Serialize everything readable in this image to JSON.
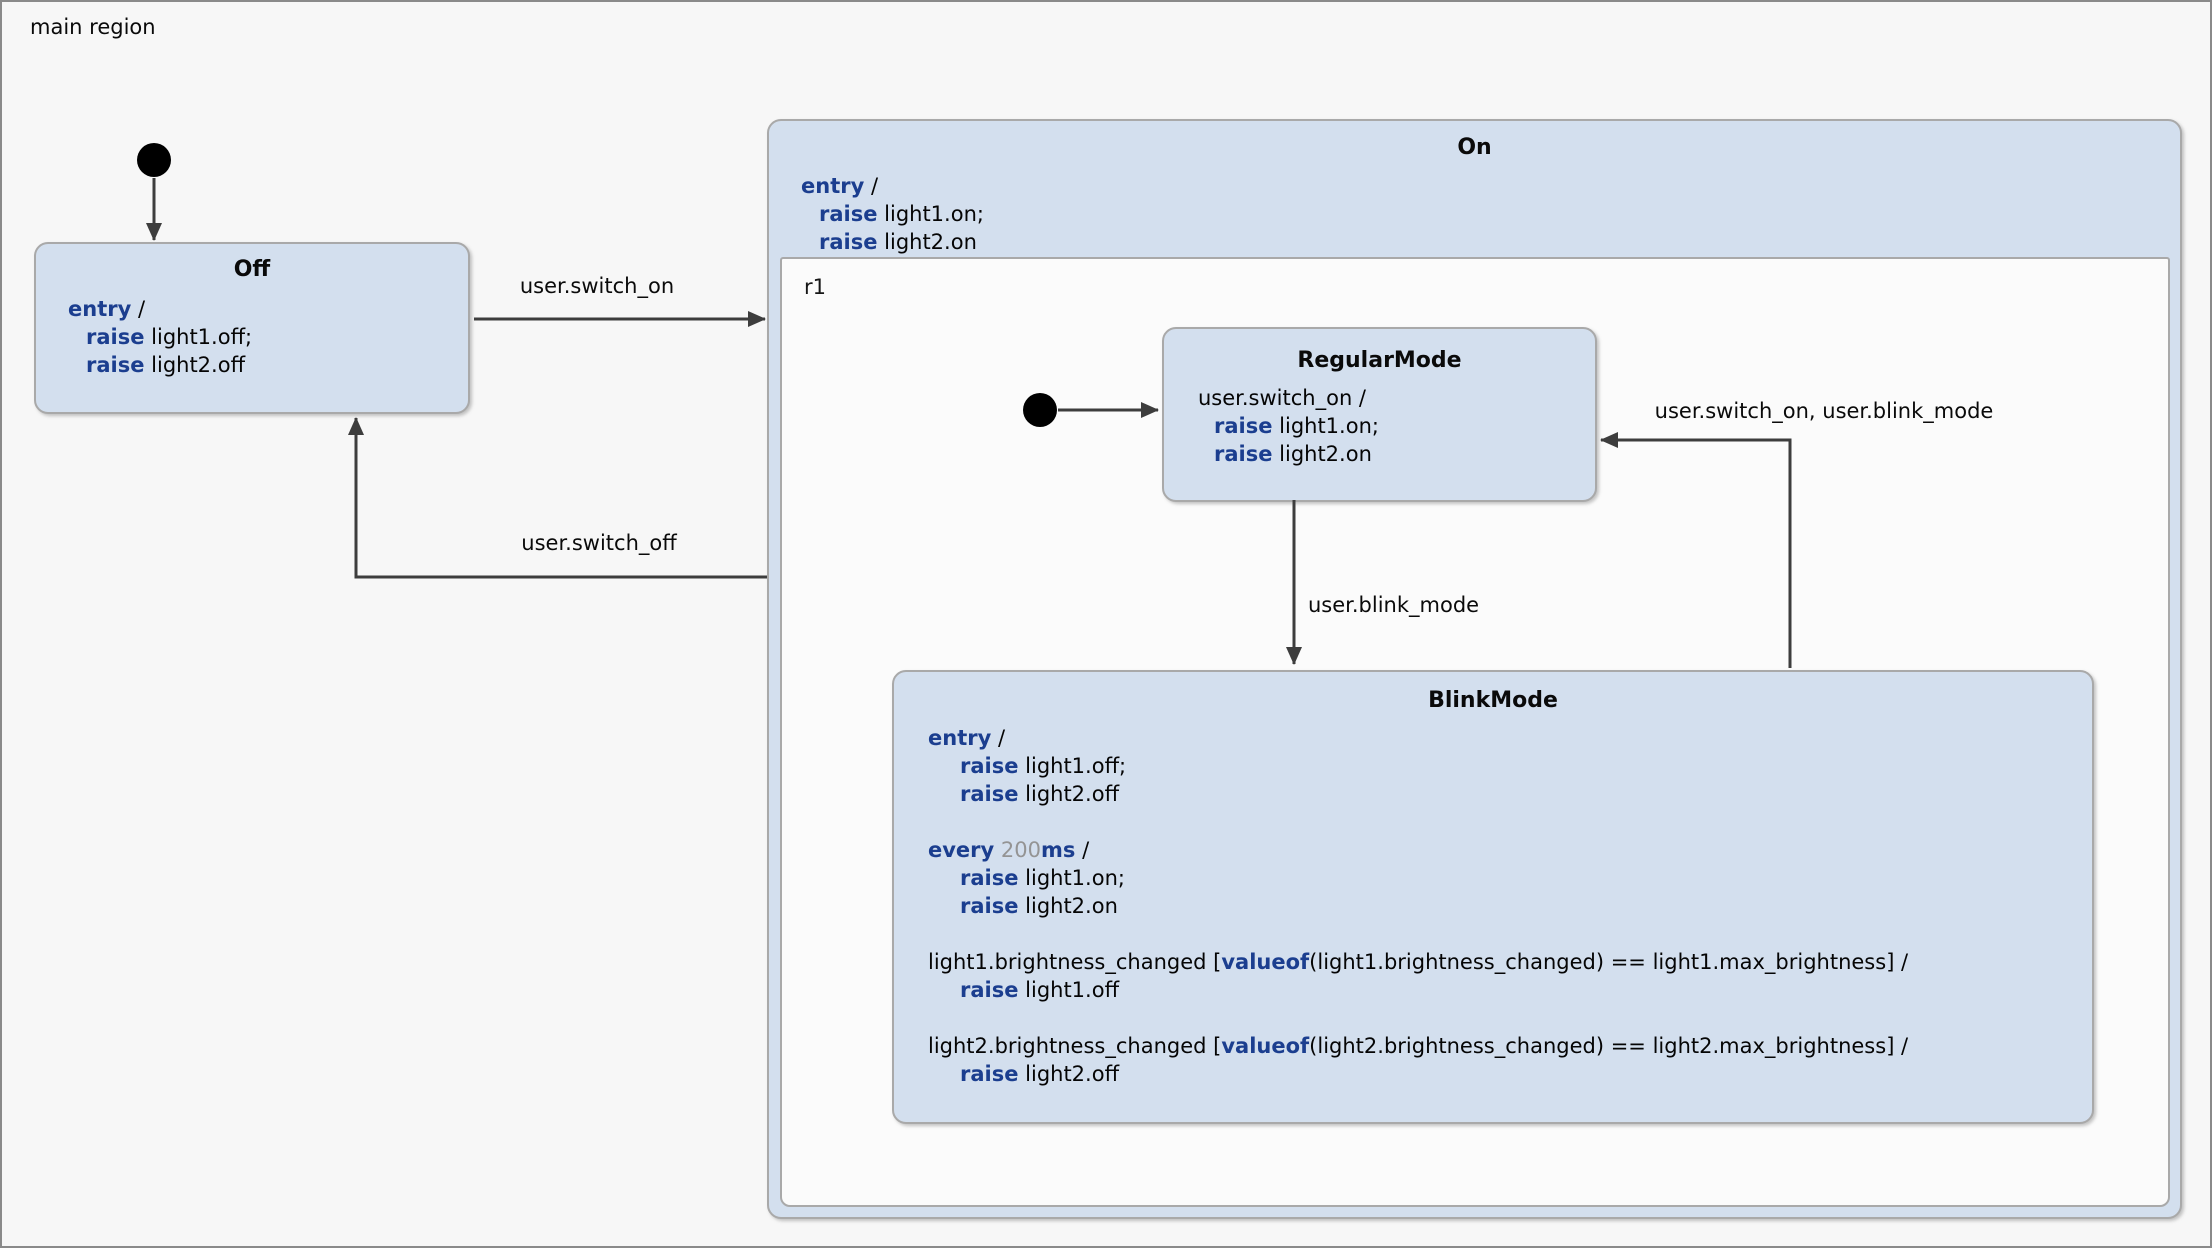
{
  "colors": {
    "canvas_bg": "#f7f7f7",
    "canvas_border": "#8a8a8a",
    "state_fill": "#d3dfee",
    "state_border": "#a9a9a9",
    "region_fill": "#fbfbfb",
    "region_border": "#a9a9a9",
    "keyword": "#1b3e8f",
    "number": "#949494",
    "arrow": "#3d3d3d"
  },
  "diagram": {
    "main_region_label": "main region",
    "states": {
      "off": {
        "title": "Off",
        "body": [
          {
            "i": 0,
            "seg": [
              [
                "k",
                "entry"
              ],
              [
                "p",
                " /"
              ]
            ]
          },
          {
            "i": 1,
            "seg": [
              [
                "k",
                "raise"
              ],
              [
                "p",
                " light1.off;"
              ]
            ]
          },
          {
            "i": 1,
            "seg": [
              [
                "k",
                "raise"
              ],
              [
                "p",
                " light2.off"
              ]
            ]
          }
        ]
      },
      "on": {
        "title": "On",
        "region_label": "r1",
        "body": [
          {
            "i": 0,
            "seg": [
              [
                "k",
                "entry"
              ],
              [
                "p",
                " /"
              ]
            ]
          },
          {
            "i": 1,
            "seg": [
              [
                "k",
                "raise"
              ],
              [
                "p",
                " light1.on;"
              ]
            ]
          },
          {
            "i": 1,
            "seg": [
              [
                "k",
                "raise"
              ],
              [
                "p",
                " light2.on"
              ]
            ]
          }
        ]
      },
      "regular_mode": {
        "title": "RegularMode",
        "body": [
          {
            "i": 0,
            "seg": [
              [
                "p",
                "user.switch_on /"
              ]
            ]
          },
          {
            "i": 1,
            "seg": [
              [
                "k",
                "raise"
              ],
              [
                "p",
                " light1.on;"
              ]
            ]
          },
          {
            "i": 1,
            "seg": [
              [
                "k",
                "raise"
              ],
              [
                "p",
                " light2.on"
              ]
            ]
          }
        ]
      },
      "blink_mode": {
        "title": "BlinkMode",
        "body": [
          {
            "i": 0,
            "seg": [
              [
                "k",
                "entry"
              ],
              [
                "p",
                " /"
              ]
            ]
          },
          {
            "i": 1,
            "seg": [
              [
                "k",
                "raise"
              ],
              [
                "p",
                " light1.off;"
              ]
            ]
          },
          {
            "i": 1,
            "seg": [
              [
                "k",
                "raise"
              ],
              [
                "p",
                " light2.off"
              ]
            ]
          },
          {
            "gap": true
          },
          {
            "i": 0,
            "seg": [
              [
                "k",
                "every"
              ],
              [
                "p",
                " "
              ],
              [
                "n",
                "200"
              ],
              [
                "k",
                "ms"
              ],
              [
                "p",
                " /"
              ]
            ]
          },
          {
            "i": 1,
            "seg": [
              [
                "k",
                "raise"
              ],
              [
                "p",
                " light1.on;"
              ]
            ]
          },
          {
            "i": 1,
            "seg": [
              [
                "k",
                "raise"
              ],
              [
                "p",
                " light2.on"
              ]
            ]
          },
          {
            "gap": true
          },
          {
            "i": 0,
            "seg": [
              [
                "p",
                "light1.brightness_changed ["
              ],
              [
                "k",
                "valueof"
              ],
              [
                "p",
                "(light1.brightness_changed) == light1.max_brightness] /"
              ]
            ]
          },
          {
            "i": 1,
            "seg": [
              [
                "k",
                "raise"
              ],
              [
                "p",
                " light1.off"
              ]
            ]
          },
          {
            "gap": true
          },
          {
            "i": 0,
            "seg": [
              [
                "p",
                "light2.brightness_changed ["
              ],
              [
                "k",
                "valueof"
              ],
              [
                "p",
                "(light2.brightness_changed) == light2.max_brightness] /"
              ]
            ]
          },
          {
            "i": 1,
            "seg": [
              [
                "k",
                "raise"
              ],
              [
                "p",
                " light2.off"
              ]
            ]
          }
        ]
      }
    },
    "transitions": {
      "switch_on": "user.switch_on",
      "switch_off": "user.switch_off",
      "to_blink": "user.blink_mode",
      "to_regular": "user.switch_on, user.blink_mode"
    }
  }
}
